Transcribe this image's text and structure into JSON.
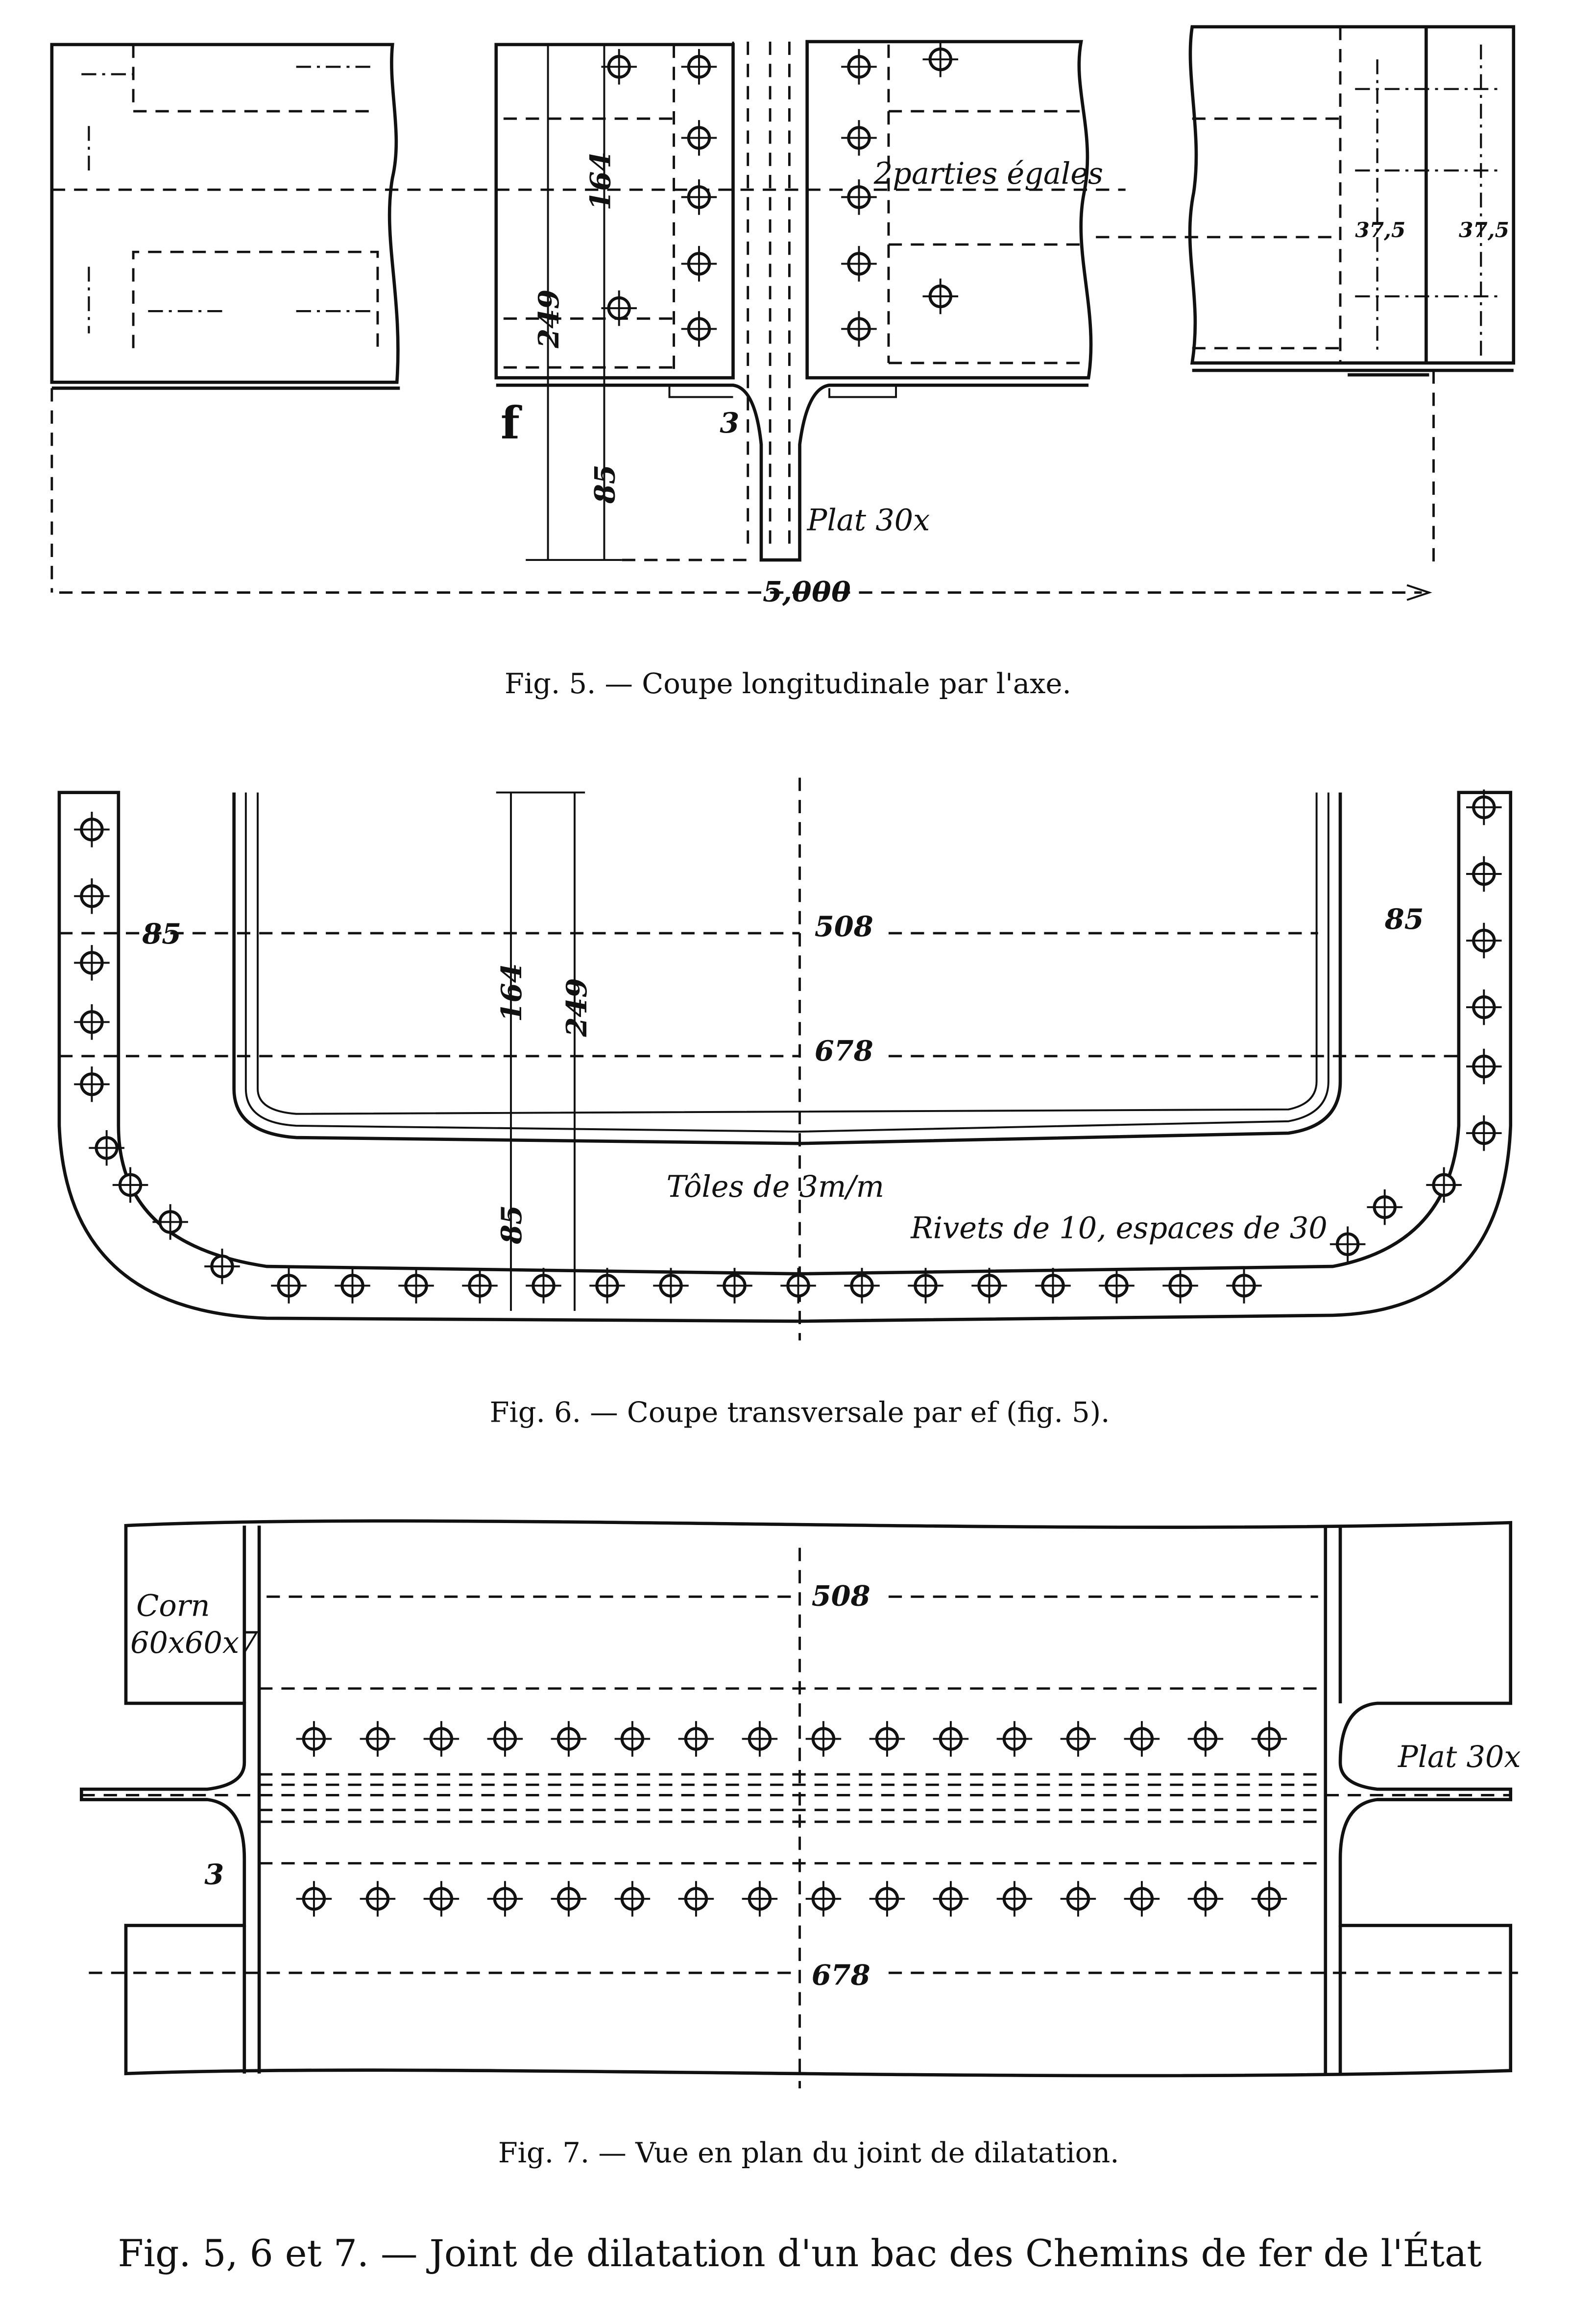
{
  "fig5": {
    "caption": "Fig. 5. — Coupe longitudinale par l'axe.",
    "labels": {
      "dim_164": "164",
      "dim_249": "249",
      "dim_85": "85",
      "dim_3": "3",
      "section_mark": "f",
      "plat": "Plat 30x",
      "parties": "2parties égales",
      "dim_37_5_a": "37,5",
      "dim_37_5_b": "37,5",
      "dim_5000": "5,000"
    }
  },
  "fig6": {
    "caption": "Fig. 6. — Coupe transversale par ef (fig. 5).",
    "labels": {
      "dim_85_left": "85",
      "dim_85_right": "85",
      "dim_508": "508",
      "dim_678": "678",
      "dim_164": "164",
      "dim_249": "249",
      "dim_85_bottom": "85",
      "toles": "Tôles de 3m/m",
      "rivets": "Rivets de 10, espaces de 30"
    }
  },
  "fig7": {
    "caption": "Fig. 7. — Vue en plan du joint de dilatation.",
    "labels": {
      "dim_508": "508",
      "dim_678": "678",
      "corn_1": "Corn",
      "corn_2": "60x60x7",
      "plat": "Plat 30x",
      "dim_3": "3"
    }
  },
  "main_caption": "Fig. 5, 6 et 7. — Joint de dilatation d'un bac des Chemins de fer de l'État"
}
